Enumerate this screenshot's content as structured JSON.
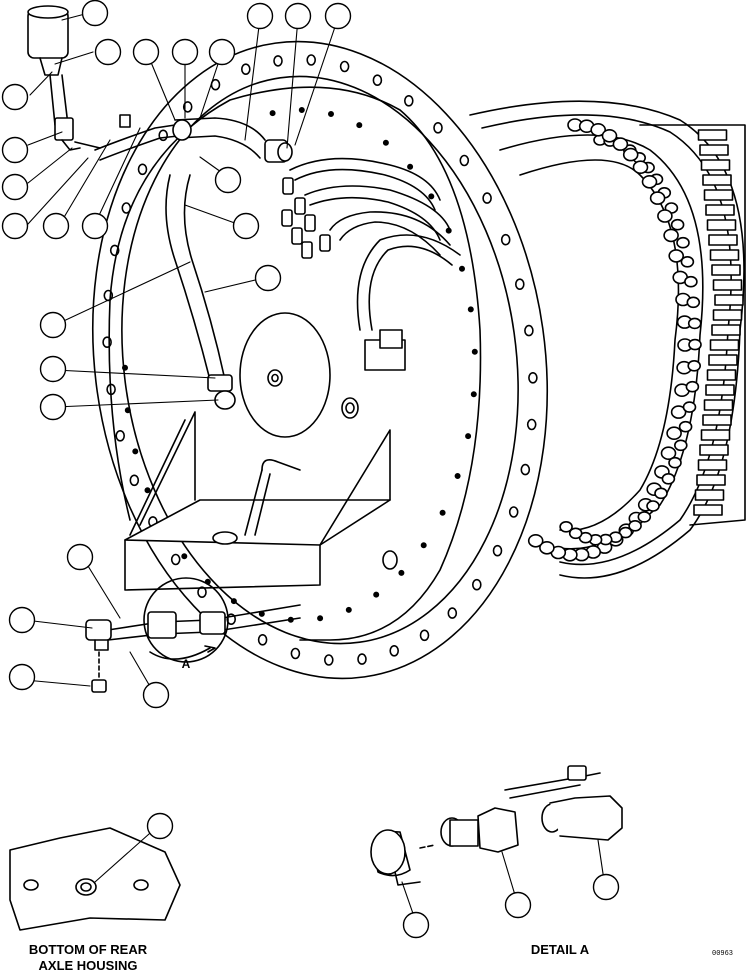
{
  "detail_marker": "A",
  "captions": {
    "bottom_left_line1": "BOTTOM OF REAR",
    "bottom_left_line2": "AXLE HOUSING",
    "detail": "DETAIL A"
  },
  "drawing_code": "00963",
  "callout_count": 28,
  "colors": {
    "ink": "#000000",
    "paper": "#ffffff"
  }
}
